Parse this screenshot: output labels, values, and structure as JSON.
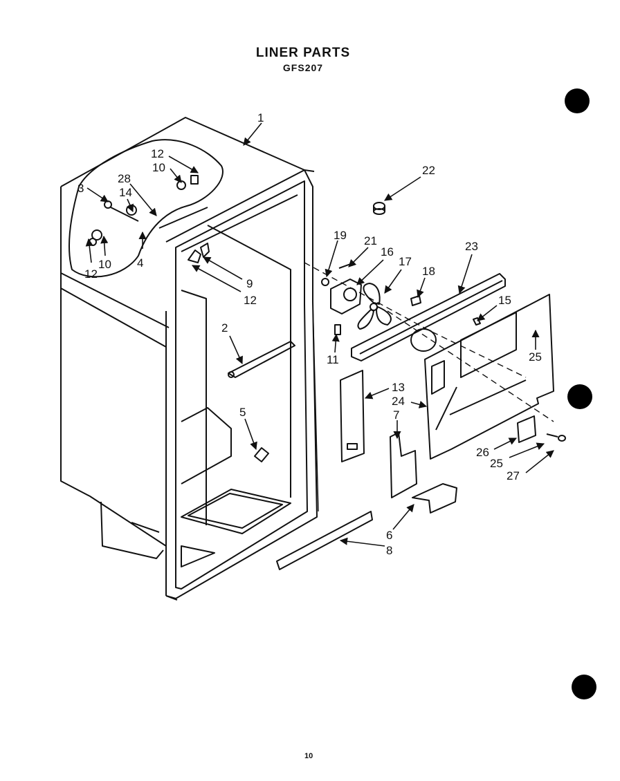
{
  "header": {
    "title": "LINER PARTS",
    "model": "GFS207"
  },
  "page_number": "10",
  "callouts": {
    "c1": "1",
    "c2": "2",
    "c3": "3",
    "c4": "4",
    "c5": "5",
    "c6": "6",
    "c7": "7",
    "c8": "8",
    "c9": "9",
    "c10a": "10",
    "c10b": "10",
    "c11": "11",
    "c12a": "12",
    "c12b": "12",
    "c12c": "12",
    "c13": "13",
    "c14": "14",
    "c15": "15",
    "c16": "16",
    "c17": "17",
    "c18": "18",
    "c19": "19",
    "c21": "21",
    "c22": "22",
    "c23": "23",
    "c24": "24",
    "c25a": "25",
    "c25b": "25",
    "c26": "26",
    "c27": "27",
    "c28": "28"
  }
}
